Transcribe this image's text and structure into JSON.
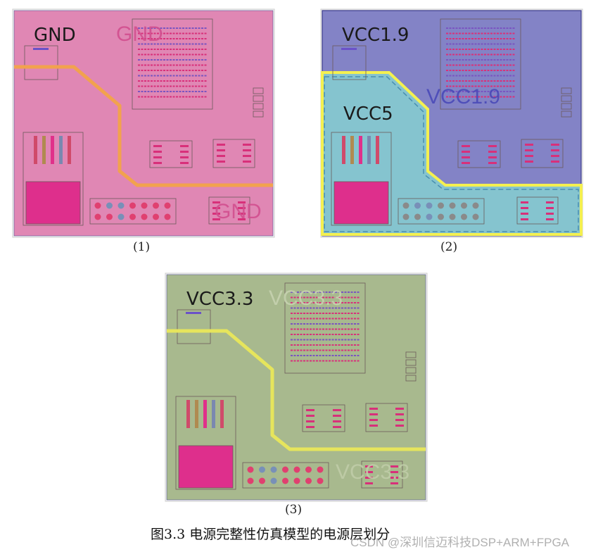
{
  "panels": [
    {
      "id": "1",
      "main_label": "GND",
      "ghost_label": "GND",
      "corner_ghost": "GND",
      "fill": "#e087b4",
      "trace": "#f2a24e",
      "sub_label": "(1)"
    },
    {
      "id": "2",
      "main_label": "VCC1.9",
      "ghost_label": "VCC1.9",
      "region_label": "VCC5",
      "fill": "#8383c6",
      "region_fill": "#85c4cf",
      "boundary": "#f4f050",
      "sub_label": "(2)"
    },
    {
      "id": "3",
      "main_label": "VCC3.3",
      "ghost_label": "VCC3.3",
      "corner_ghost": "VCC3.3",
      "fill": "#a8b98e",
      "trace": "#e6e55c",
      "sub_label": "(3)"
    }
  ],
  "caption": "图3.3  电源完整性仿真模型的电源层划分",
  "watermark": "CSDN @深圳信迈科技DSP+ARM+FPGA"
}
